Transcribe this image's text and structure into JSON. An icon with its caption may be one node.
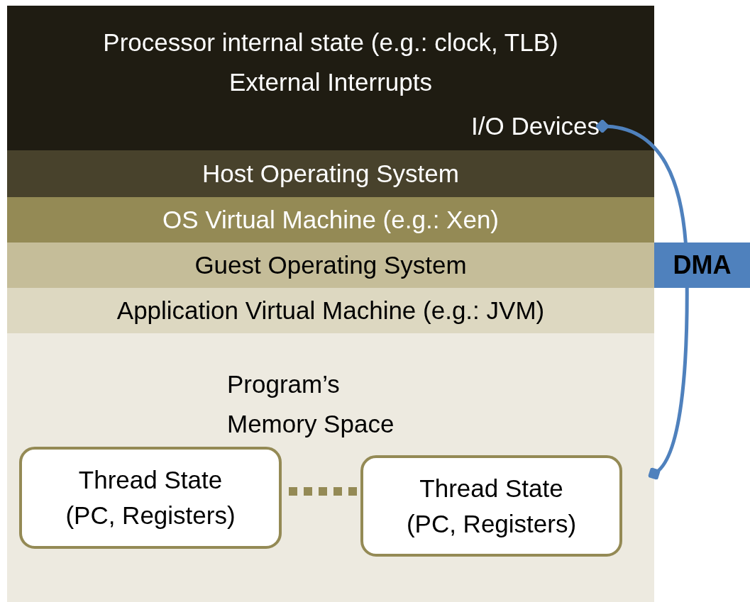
{
  "diagram": {
    "nodes": [
      {
        "text": [
          "Processor internal state (e.g.: clock, TLB)",
          "External Interrupts"
        ]
      },
      {
        "text": [
          "I/O Devices"
        ],
        "in": 0
      },
      {
        "text": [
          "Host Operating System"
        ]
      },
      {
        "text": [
          "OS Virtual Machine (e.g.: Xen)"
        ]
      },
      {
        "text": [
          "Guest Operating System"
        ]
      },
      {
        "text": [
          "Application Virtual Machine (e.g.: JVM)"
        ]
      },
      {
        "text": [
          "Program’s Memory Space"
        ]
      },
      {
        "text": [
          "Thread State (PC, Registers)"
        ],
        "in": 6
      },
      {
        "text": [
          "Thread State (PC, Registers)"
        ],
        "in": 6
      }
    ],
    "edges": [
      {
        "from": 6,
        "to": 1,
        "arrow": "other",
        "label": "DMA",
        "color": "#4f81bd"
      },
      {
        "from": 7,
        "to": 8,
        "arrow": "none",
        "style": "dashed",
        "color": "#948a55"
      }
    ]
  }
}
